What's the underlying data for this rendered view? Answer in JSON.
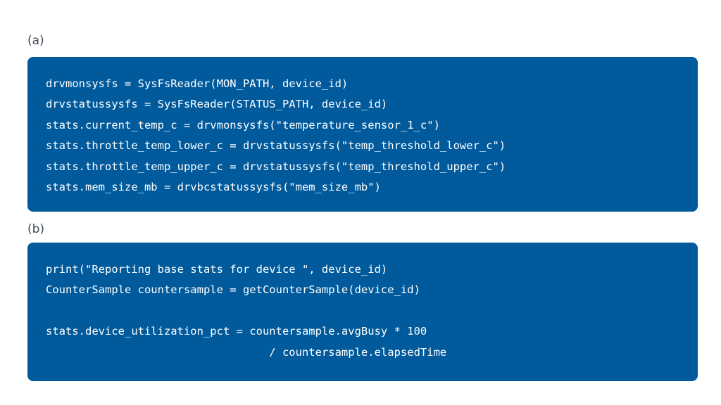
{
  "panel_a": {
    "label": "(a)",
    "code_lines": [
      "drvmonsysfs = SysFsReader(MON_PATH, device_id)",
      "drvstatussysfs = SysFsReader(STATUS_PATH, device_id)",
      "stats.current_temp_c = drvmonsysfs(\"temperature_sensor_1_c\")",
      "stats.throttle_temp_lower_c = drvstatussysfs(\"temp_threshold_lower_c\")",
      "stats.throttle_temp_upper_c = drvstatussysfs(\"temp_threshold_upper_c\")",
      "stats.mem_size_mb = drvbcstatussysfs(\"mem_size_mb\")"
    ]
  },
  "panel_b": {
    "label": "(b)",
    "code_lines": [
      "print(\"Reporting base stats for device \", device_id)",
      "CounterSample countersample = getCounterSample(device_id)",
      "",
      "stats.device_utilization_pct = countersample.avgBusy * 100",
      "                                  / countersample.elapsedTime"
    ]
  },
  "colors": {
    "code_background": "#005a9c",
    "code_text": "#ffffff",
    "label_text": "#3f4a57"
  }
}
